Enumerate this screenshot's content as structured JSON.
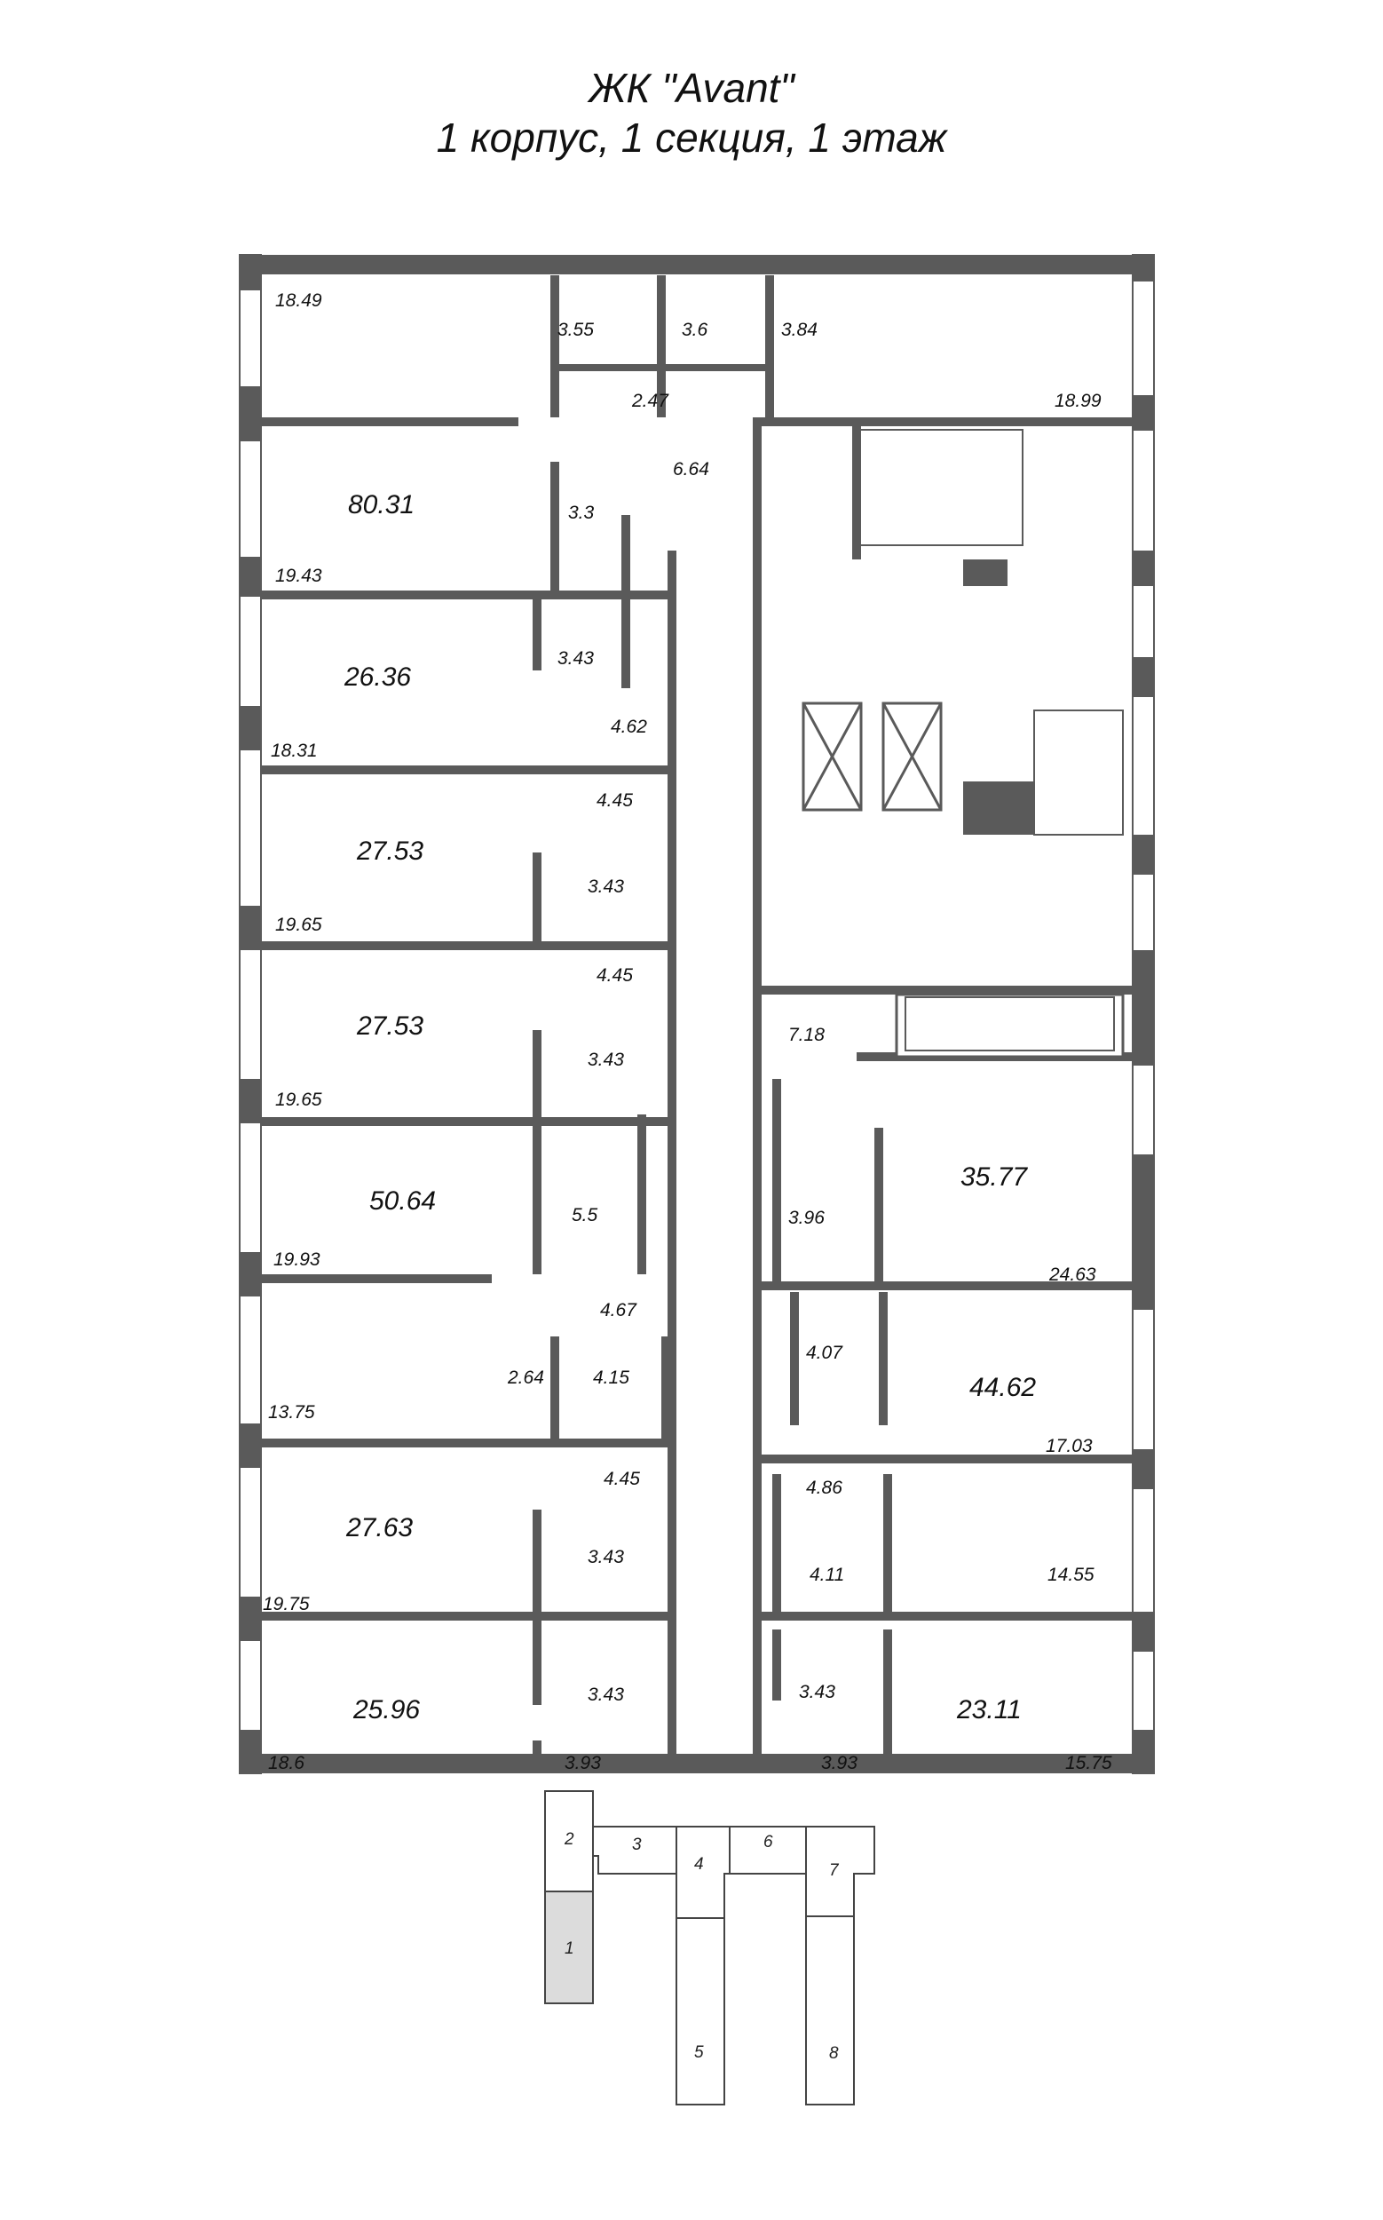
{
  "header": {
    "complex": "ЖК \"Avant\"",
    "subtitle": "1 корпус, 1 секция, 1 этаж"
  },
  "colors": {
    "wall": "#5a5a5a",
    "highlight_section": "#dcdcdc"
  },
  "apartments": [
    {
      "id": "apt-80-31",
      "total": "80.31",
      "rooms": [
        "18.49",
        "19.43"
      ],
      "wet": [
        "3.55",
        "3.6",
        "3.3"
      ],
      "other": [
        "3.84",
        "2.47",
        "6.64"
      ]
    },
    {
      "id": "apt-26-36",
      "total": "26.36",
      "rooms": [
        "18.31"
      ],
      "wet": [
        "3.43"
      ],
      "other": [
        "4.62"
      ]
    },
    {
      "id": "apt-27-53-a",
      "total": "27.53",
      "rooms": [
        "19.65"
      ],
      "wet": [
        "3.43"
      ],
      "other": [
        "4.45"
      ]
    },
    {
      "id": "apt-27-53-b",
      "total": "27.53",
      "rooms": [
        "19.65"
      ],
      "wet": [
        "3.43"
      ],
      "other": [
        "4.45"
      ]
    },
    {
      "id": "apt-50-64",
      "total": "50.64",
      "rooms": [
        "19.93",
        "13.75"
      ],
      "wet": [
        "5.5"
      ],
      "other": [
        "4.67",
        "2.64",
        "4.15"
      ]
    },
    {
      "id": "apt-27-63",
      "total": "27.63",
      "rooms": [
        "19.75"
      ],
      "wet": [
        "3.43"
      ],
      "other": [
        "4.45"
      ]
    },
    {
      "id": "apt-25-96",
      "total": "25.96",
      "rooms": [
        "18.6"
      ],
      "wet": [
        "3.43"
      ],
      "other": [
        "3.93"
      ]
    },
    {
      "id": "apt-35-77",
      "total": "35.77",
      "rooms": [
        "24.63"
      ],
      "wet": [
        "3.96"
      ],
      "other": [
        "7.18"
      ]
    },
    {
      "id": "apt-44-62",
      "total": "44.62",
      "rooms": [
        "17.03",
        "14.55"
      ],
      "wet": [
        "4.07"
      ],
      "other": [
        "4.86",
        "4.11"
      ]
    },
    {
      "id": "apt-23-11",
      "total": "23.11",
      "rooms": [
        "15.75"
      ],
      "wet": [
        "3.43"
      ],
      "other": [
        "3.93"
      ]
    }
  ],
  "labels": {
    "a18_49": "18.49",
    "a3_55": "3.55",
    "a3_6": "3.6",
    "a3_84": "3.84",
    "a2_47": "2.47",
    "a18_99": "18.99",
    "a6_64": "6.64",
    "a80_31": "80.31",
    "a3_3": "3.3",
    "a19_43": "19.43",
    "a26_36": "26.36",
    "a3_43a": "3.43",
    "a4_62": "4.62",
    "a18_31": "18.31",
    "a4_45a": "4.45",
    "a27_53a": "27.53",
    "a3_43b": "3.43",
    "a19_65a": "19.65",
    "a4_45b": "4.45",
    "a27_53b": "27.53",
    "a3_43c": "3.43",
    "a19_65b": "19.65",
    "a50_64": "50.64",
    "a5_5": "5.5",
    "a19_93": "19.93",
    "a4_67": "4.67",
    "a2_64": "2.64",
    "a4_15": "4.15",
    "a13_75": "13.75",
    "a4_45c": "4.45",
    "a27_63": "27.63",
    "a3_43d": "3.43",
    "a19_75": "19.75",
    "a25_96": "25.96",
    "a3_43e": "3.43",
    "a3_93a": "3.93",
    "a18_6": "18.6",
    "a7_18": "7.18",
    "a35_77": "35.77",
    "a3_96": "3.96",
    "a24_63": "24.63",
    "a4_07": "4.07",
    "a44_62": "44.62",
    "a17_03": "17.03",
    "a4_86": "4.86",
    "a4_11": "4.11",
    "a14_55": "14.55",
    "a3_43f": "3.43",
    "a23_11": "23.11",
    "a3_93b": "3.93",
    "a15_75": "15.75"
  },
  "key_plan": {
    "sections": [
      "1",
      "2",
      "3",
      "4",
      "5",
      "6",
      "7",
      "8"
    ],
    "highlighted": "1"
  }
}
